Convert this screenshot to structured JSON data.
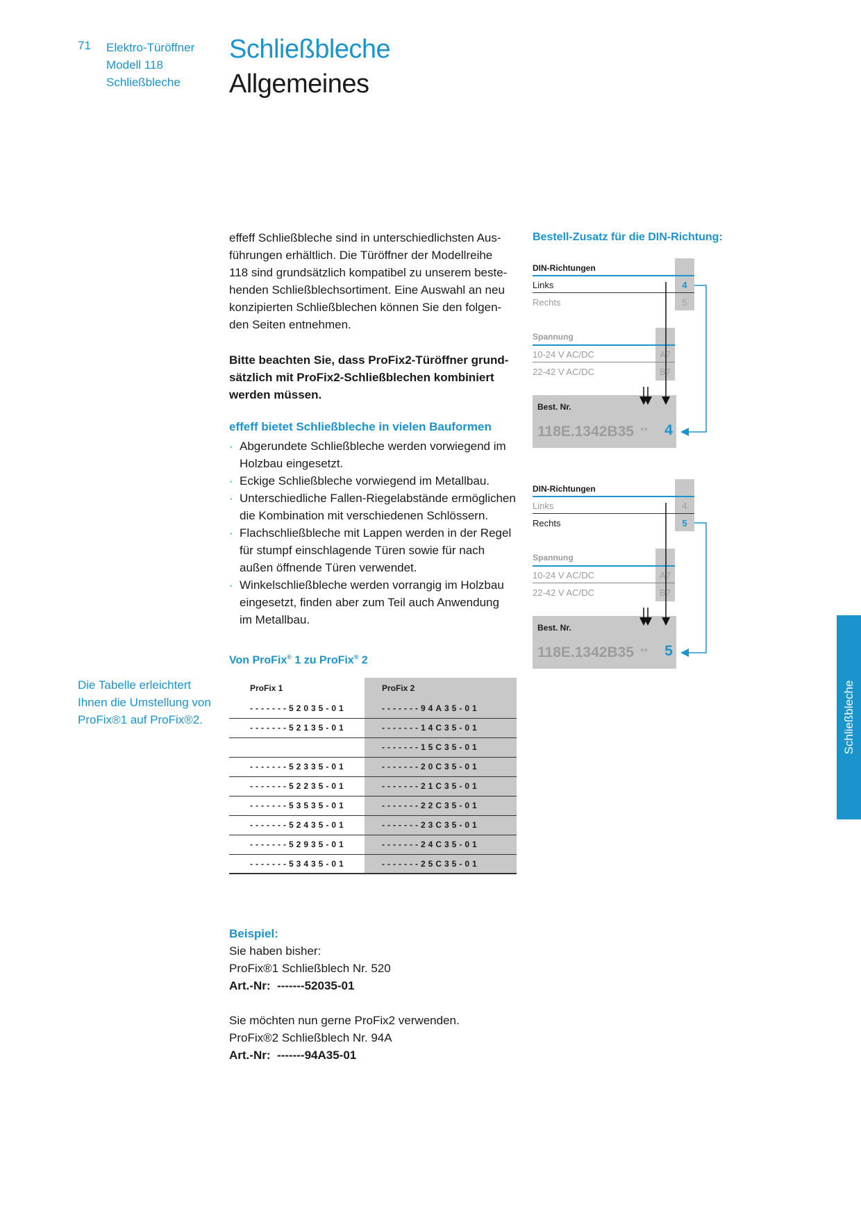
{
  "header": {
    "page_number": "71",
    "breadcrumb": [
      "Elektro-Türöffner",
      "Modell 118",
      "Schließbleche"
    ],
    "title": "Schließbleche",
    "subtitle": "Allgemeines"
  },
  "intro": {
    "lines": [
      "effeff Schließbleche sind in unterschiedlichsten Aus-",
      "führungen erhältlich. Die Türöffner der Modellreihe",
      "118 sind grundsätzlich kompatibel zu unserem beste-",
      "henden Schließblechsortiment. Eine Auswahl an neu",
      "konzipierten Schließblechen können Sie den folgen-",
      "den Seiten entnehmen."
    ]
  },
  "notice": {
    "lines": [
      "Bitte beachten Sie, dass ProFix2-Türöffner grund-",
      "sätzlich mit ProFix2-Schließblechen kombiniert",
      "werden müssen."
    ]
  },
  "bauformen": {
    "heading": "effeff bietet Schließbleche in vielen Bauformen",
    "bullet": "·",
    "items": [
      [
        "Abgerundete Schließbleche werden vorwiegend im",
        "Holzbau eingesetzt."
      ],
      [
        "Eckige Schließbleche vorwiegend im Metallbau."
      ],
      [
        "Unterschiedliche Fallen-Riegelabstände ermöglichen",
        "die Kombination mit verschiedenen Schlössern."
      ],
      [
        "Flachschließbleche mit Lappen werden in der Regel",
        "für stumpf einschlagende Türen sowie für nach",
        "außen öffnende Türen verwendet."
      ],
      [
        "Winkelschließbleche werden vorrangig im Holzbau",
        "eingesetzt, finden aber zum Teil auch Anwendung",
        "im Metallbau."
      ]
    ]
  },
  "conversion": {
    "heading_a": "Von ProFix",
    "heading_sup1": "®",
    "heading_b": " 1 zu ProFix",
    "heading_sup2": "®",
    "heading_c": " 2",
    "side_note": [
      "Die Tabelle erleichtert",
      "Ihnen die Umstellung von",
      "ProFix®1 auf ProFix®2."
    ],
    "col1": "ProFix 1",
    "col2": "ProFix 2",
    "rows": [
      [
        "-------52035-01",
        "-------94A35-01"
      ],
      [
        "-------52135-01",
        "-------14C35-01"
      ],
      [
        "",
        "-------15C35-01"
      ],
      [
        "-------52335-01",
        "-------20C35-01"
      ],
      [
        "-------52235-01",
        "-------21C35-01"
      ],
      [
        "-------53535-01",
        "-------22C35-01"
      ],
      [
        "-------52435-01",
        "-------23C35-01"
      ],
      [
        "-------52935-01",
        "-------24C35-01"
      ],
      [
        "-------53435-01",
        "-------25C35-01"
      ]
    ]
  },
  "example": {
    "heading": "Beispiel:",
    "line1": "Sie haben bisher:",
    "line2": "ProFix®1 Schließblech Nr. 520",
    "art1_label": "Art.-Nr:",
    "art1_value": "-------52035-01",
    "line3": "Sie möchten nun gerne ProFix2 verwenden.",
    "line4": "ProFix®2 Schließblech Nr. 94A",
    "art2_label": "Art.-Nr:",
    "art2_value": "-------94A35-01"
  },
  "order": {
    "heading": "Bestell-Zusatz für die DIN-Richtung:",
    "boxes": [
      {
        "din_label": "DIN-Richtungen",
        "links": "Links",
        "links_code": "4",
        "links_active": true,
        "rechts": "Rechts",
        "rechts_code": "5",
        "rechts_active": false,
        "spannung_label": "Spannung",
        "v1": "10-24 V AC/DC",
        "v1_code": "A7",
        "v2": "22-42 V AC/DC",
        "v2_code": "B7",
        "best_label": "Best. Nr.",
        "best_nr": "118E.1342B35",
        "stars": "**",
        "result": "4"
      },
      {
        "din_label": "DIN-Richtungen",
        "links": "Links",
        "links_code": "4",
        "links_active": false,
        "rechts": "Rechts",
        "rechts_code": "5",
        "rechts_active": true,
        "spannung_label": "Spannung",
        "v1": "10-24 V AC/DC",
        "v1_code": "A7",
        "v2": "22-42 V AC/DC",
        "v2_code": "B7",
        "best_label": "Best. Nr.",
        "best_nr": "118E.1342B35",
        "stars": "**",
        "result": "5"
      }
    ]
  },
  "side_tab": "Schließbleche",
  "colors": {
    "accent": "#1b93cc",
    "panel_gray": "#c8c8c8",
    "dim_text": "#9a9a9a"
  }
}
